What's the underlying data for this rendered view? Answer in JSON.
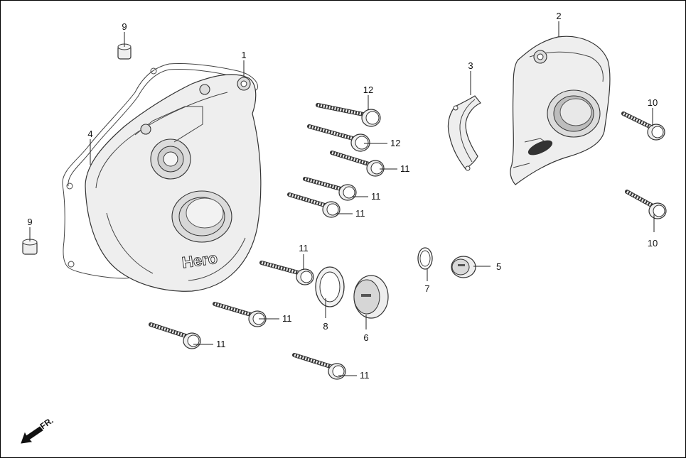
{
  "callouts": {
    "c1": "1",
    "c2": "2",
    "c3": "3",
    "c4": "4",
    "c5": "5",
    "c6": "6",
    "c7": "7",
    "c8": "8",
    "c9a": "9",
    "c9b": "9",
    "c10a": "10",
    "c10b": "10",
    "c11a": "11",
    "c11b": "11",
    "c11c": "11",
    "c11d": "11",
    "c11e": "11",
    "c11f": "11",
    "c11g": "11",
    "c12a": "12",
    "c12b": "12"
  },
  "cover_logo": "Hero",
  "front_indicator": "FR."
}
